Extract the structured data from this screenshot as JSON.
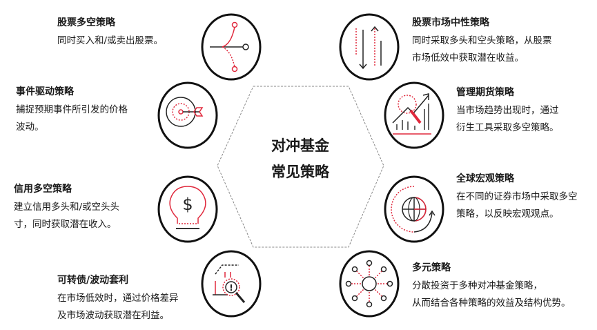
{
  "center": {
    "line1": "对冲基金",
    "line2": "常见策略"
  },
  "accent_color": "#e0283c",
  "strategies": [
    {
      "title": "股票多空策略",
      "desc": "同时买入和/或卖出股票。",
      "icon": "branching-arrow-icon"
    },
    {
      "title": "事件驱动策略",
      "desc": "捕捉预期事件所引发的价格\n波动。",
      "icon": "target-arrow-icon"
    },
    {
      "title": "信用多空策略",
      "desc": "建立信用多头和/或空头头\n寸，同时获取潜在收入。",
      "icon": "dollar-bulb-icon"
    },
    {
      "title": "可转债/波动套利",
      "desc": "在市场低效时，通过价格差异\n及市场波动获取潜在利益。",
      "icon": "magnifier-chart-icon"
    },
    {
      "title": "股票市场中性策略",
      "desc": "同时采取多头和空头策略，从股票\n市场低效中获取潜在收益。",
      "icon": "up-down-arrows-icon"
    },
    {
      "title": "管理期货策略",
      "desc": "当市场趋势出现时，通过\n衍生工具采取多空策略。",
      "icon": "trend-chart-icon"
    },
    {
      "title": "全球宏观策略",
      "desc": "在不同的证券市场中采取多空\n策略，以反映宏观观点。",
      "icon": "globe-icon"
    },
    {
      "title": "多元策略",
      "desc": "分散投资于多种对冲基金策略，\n从而结合各种策略的效益及结构优势。",
      "icon": "network-icon"
    }
  ]
}
